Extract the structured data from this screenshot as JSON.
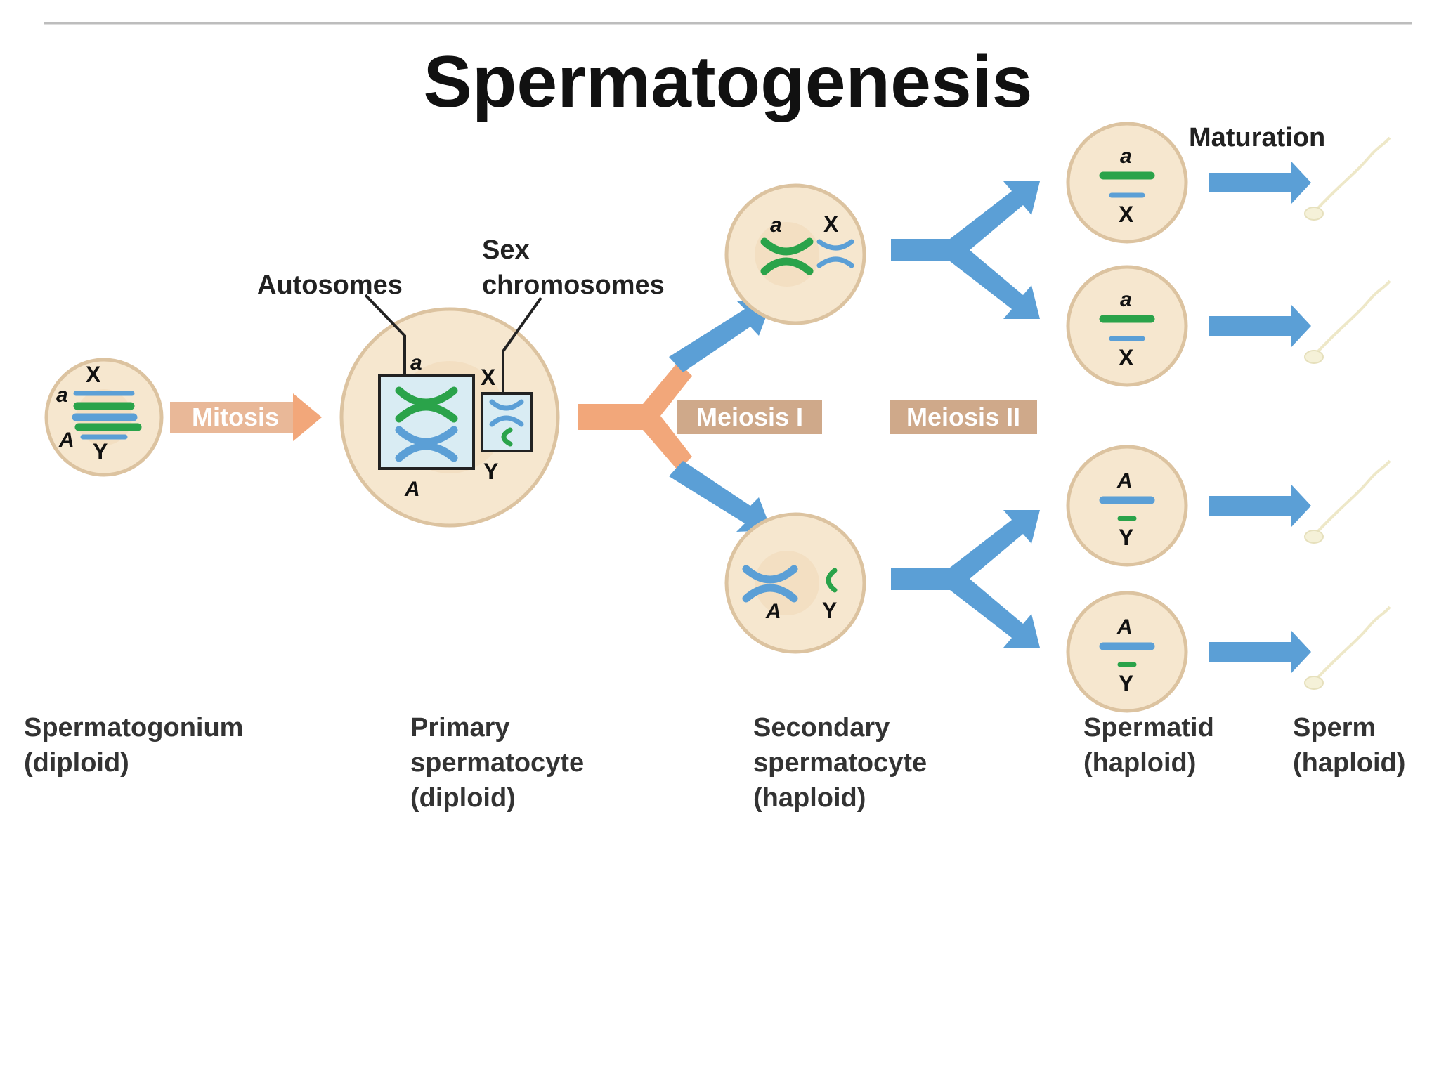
{
  "title": "Spermatogenesis",
  "labels": {
    "autosomes": "Autosomes",
    "sex_line1": "Sex",
    "sex_line2": "chromosomes",
    "maturation": "Maturation"
  },
  "process_arrows": {
    "mitosis": "Mitosis",
    "meiosis1": "Meiosis I",
    "meiosis2": "Meiosis II"
  },
  "stages": [
    {
      "line1": "Spermatogonium",
      "line2": "(diploid)",
      "line3": ""
    },
    {
      "line1": "Primary",
      "line2": "spermatocyte",
      "line3": "(diploid)"
    },
    {
      "line1": "Secondary",
      "line2": "spermatocyte",
      "line3": "(haploid)"
    },
    {
      "line1": "Spermatid",
      "line2": "(haploid)",
      "line3": ""
    },
    {
      "line1": "Sperm",
      "line2": "(haploid)",
      "line3": ""
    }
  ],
  "alleles": {
    "a": "a",
    "A": "A",
    "X": "X",
    "Y": "Y"
  },
  "colors": {
    "cell_fill": "#f6e7cf",
    "autosome_green": "#2aa34a",
    "autosome_blue": "#5b9fd6",
    "meiosis_arrow": "#5b9fd6",
    "mitosis_arrow": "#f2a77a",
    "label_box": "#cfa98a"
  }
}
